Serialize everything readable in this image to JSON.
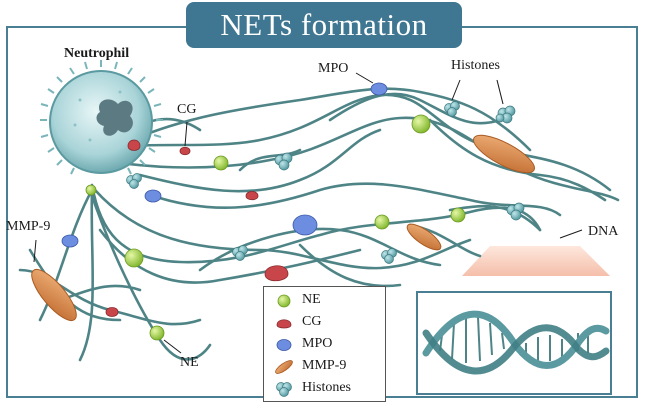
{
  "title": "NETs formation",
  "labels": {
    "neutrophil": "Neutrophil",
    "cg": "CG",
    "mpo": "MPO",
    "histones": "Histones",
    "mmp9": "MMP-9",
    "dna": "DNA",
    "ne": "NE"
  },
  "legend": [
    {
      "icon": "ne-granule-icon",
      "label": "NE"
    },
    {
      "icon": "cg-granule-icon",
      "label": "CG"
    },
    {
      "icon": "mpo-granule-icon",
      "label": "MPO"
    },
    {
      "icon": "mmp9-granule-icon",
      "label": "MMP-9"
    },
    {
      "icon": "histone-cluster-icon",
      "label": "Histones"
    }
  ],
  "colors": {
    "fiber": "#4f8486",
    "ne": "#9ccc3a",
    "cg": "#c8464a",
    "mpo": "#5e7fd6",
    "mmp9": "#d98a4c",
    "histones": "#5ea9b0",
    "frame": "#4a7f93",
    "title_bg": "#3f7691"
  }
}
